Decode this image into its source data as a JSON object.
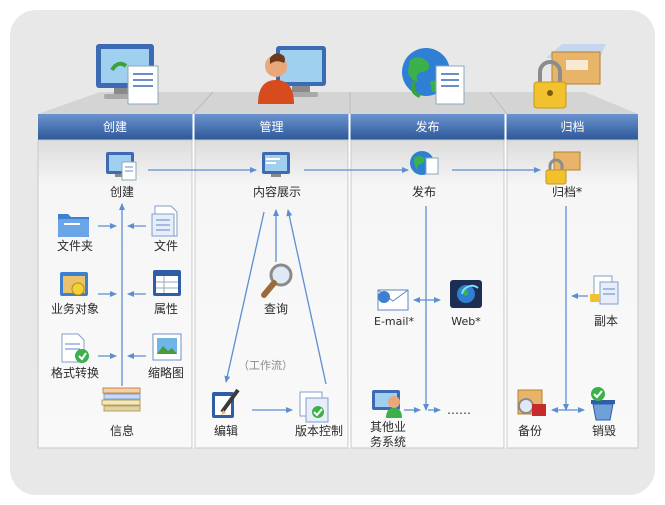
{
  "columns": [
    {
      "id": "create",
      "header": "创建"
    },
    {
      "id": "manage",
      "header": "管理"
    },
    {
      "id": "publish",
      "header": "发布"
    },
    {
      "id": "archive",
      "header": "归档"
    }
  ],
  "nodes": {
    "create_main": "创建",
    "folder": "文件夹",
    "file": "文件",
    "business_object": "业务对象",
    "attributes": "属性",
    "format_convert": "格式转换",
    "thumbnail": "缩略图",
    "info": "信息",
    "content_display": "内容展示",
    "query": "查询",
    "workflow": "（工作流）",
    "edit": "编辑",
    "version_control": "版本控制",
    "publish_main": "发布",
    "email": "E-mail*",
    "web": "Web*",
    "other_systems": "其他业务系统",
    "ellipsis": "……",
    "archive_main": "归档*",
    "copy": "副本",
    "backup": "备份",
    "destroy": "销毁"
  },
  "colors": {
    "header_top": "#5b86c6",
    "header_bottom": "#2f5a9e",
    "arrow": "#5b8fd0",
    "panel": "#f7f7f7"
  }
}
